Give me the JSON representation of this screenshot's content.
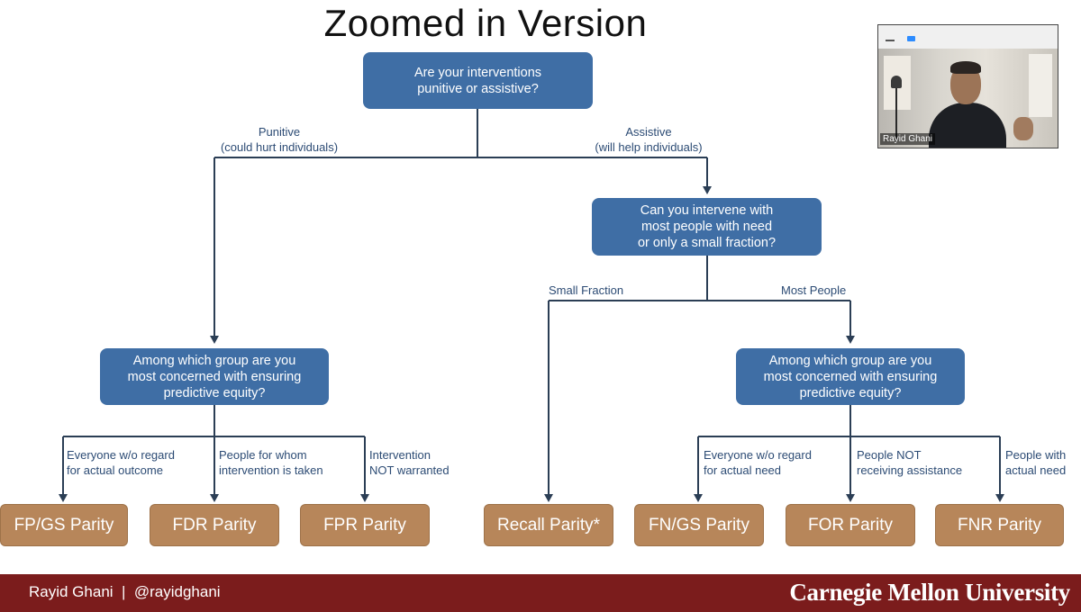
{
  "title": "Zoomed in Version",
  "questions": {
    "q1": "Are your interventions\npunitive or assistive?",
    "q2": "Can you intervene with\nmost people with need\nor only a small fraction?",
    "q3": "Among which group are you\nmost concerned with ensuring\npredictive equity?",
    "q4": "Among which group are you\nmost concerned with ensuring\npredictive equity?"
  },
  "edge_labels": {
    "punitive": "Punitive\n(could hurt individuals)",
    "assistive": "Assistive\n(will help individuals)",
    "small_fraction": "Small Fraction",
    "most_people": "Most People",
    "everyone_outcome": "Everyone w/o regard\nfor actual outcome",
    "people_intervention": "People for whom\nintervention is taken",
    "intervention_not": "Intervention\nNOT warranted",
    "everyone_need": "Everyone w/o regard\nfor actual need",
    "people_not_receiving": "People NOT\nreceiving assistance",
    "people_with_need": "People with\nactual need"
  },
  "results": {
    "fpgs": "FP/GS Parity",
    "fdr": "FDR Parity",
    "fpr": "FPR Parity",
    "recall": "Recall Parity*",
    "fngs": "FN/GS Parity",
    "for": "FOR Parity",
    "fnr": "FNR Parity"
  },
  "footer": {
    "presenter": "Rayid Ghani  |  @rayidghani",
    "university": "Carnegie Mellon University"
  },
  "video": {
    "participant_name": "Rayid Ghani"
  },
  "colors": {
    "question_box": "#3f6ea5",
    "result_box": "#b7865a",
    "edge_label": "#2c4b74",
    "footer_bar": "#7b1c1c"
  }
}
